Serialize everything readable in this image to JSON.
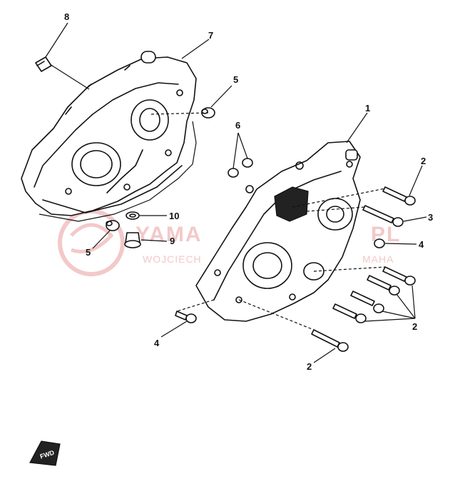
{
  "watermark": {
    "text_main": "YAMA",
    "text_main_suffix": "PL",
    "text_sub": "WOJCIECH",
    "text_sub_suffix": "MAHA",
    "color": "#f3c9c9"
  },
  "callouts": {
    "c1": "1",
    "c2a": "2",
    "c2b": "2",
    "c2c": "2",
    "c3": "3",
    "c4a": "4",
    "c4b": "4",
    "c5a": "5",
    "c5b": "5",
    "c6": "6",
    "c7": "7",
    "c8": "8",
    "c9": "9",
    "c10": "10"
  },
  "fwd_badge": {
    "label": "FWD"
  }
}
